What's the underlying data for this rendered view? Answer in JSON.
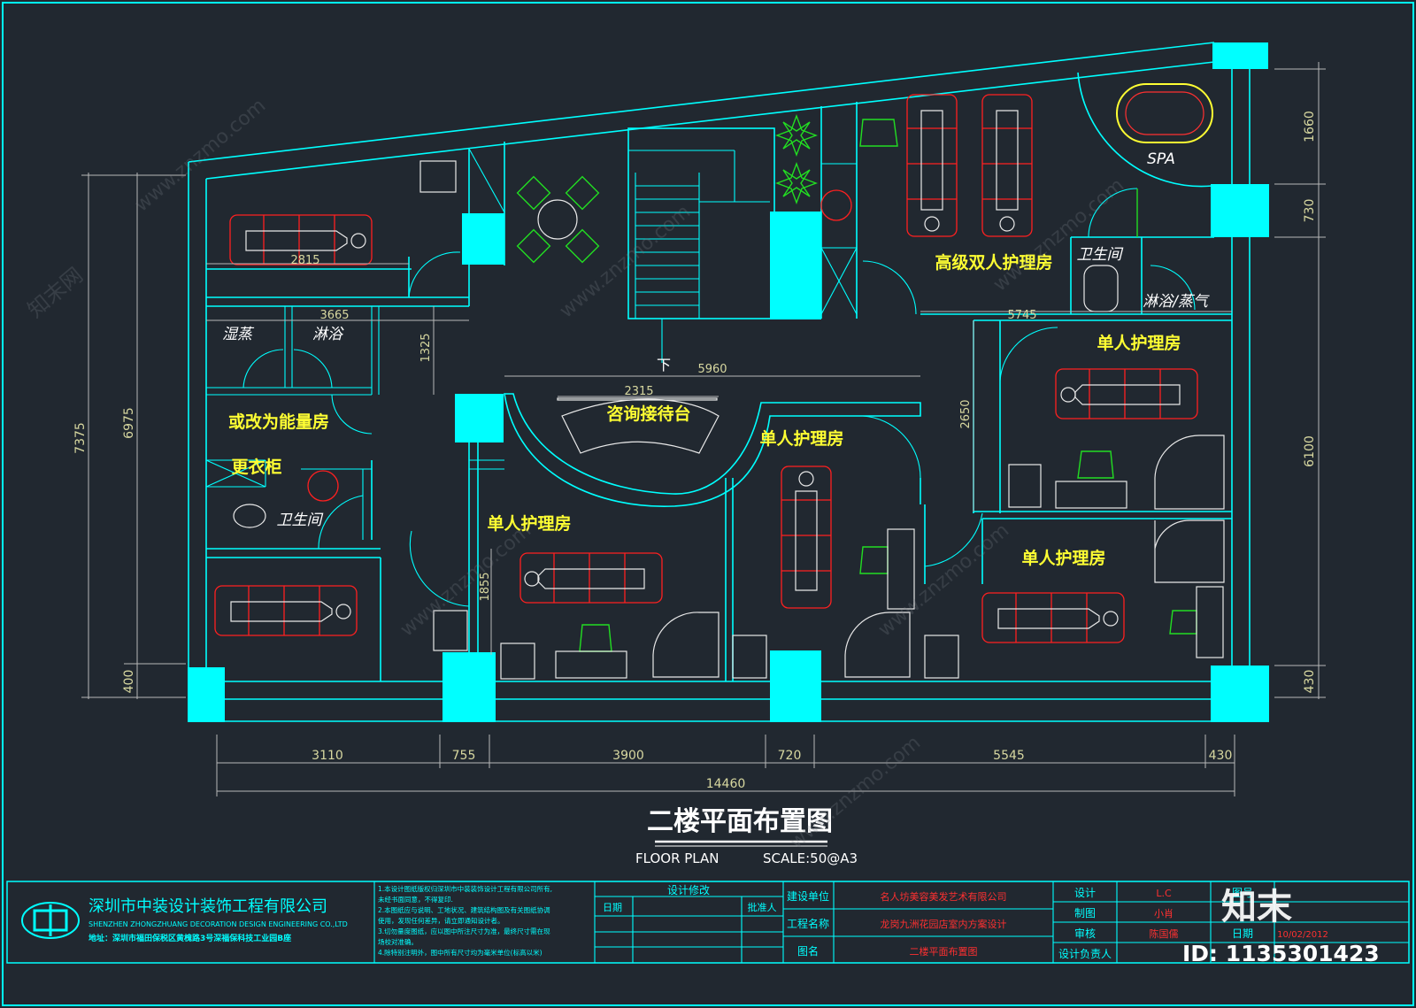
{
  "drawing": {
    "title": "二楼平面布置图",
    "subtitle_left": "FLOOR PLAN",
    "subtitle_right": "SCALE:50@A3",
    "down_label": "下"
  },
  "rooms": {
    "deluxe_double": "高级双人护理房",
    "spa": "SPA",
    "restroom_right": "卫生间",
    "shower_steam": "淋浴/蒸气",
    "single_1": "单人护理房",
    "single_2": "单人护理房",
    "single_3": "单人护理房",
    "single_4": "单人护理房",
    "reception": "咨询接待台",
    "wet_steam": "湿蒸",
    "shower_left": "淋浴",
    "energy_room": "或改为能量房",
    "locker": "更衣柜",
    "restroom_left": "卫生间"
  },
  "dimensions": {
    "d2815": "2815",
    "d3665": "3665",
    "d1325": "1325",
    "d5960": "5960",
    "d2315": "2315",
    "d5745": "5745",
    "d2650": "2650",
    "d1855": "1855",
    "d1660": "1660",
    "d730": "730",
    "d6100": "6100",
    "d430r": "430",
    "d7375": "7375",
    "d6975": "6975",
    "d400": "400",
    "b3110": "3110",
    "b755": "755",
    "b3900": "3900",
    "b720": "720",
    "b5545": "5545",
    "b430": "430",
    "b14460": "14460"
  },
  "titleblock": {
    "company_cn": "深圳市中装设计装饰工程有限公司",
    "company_en": "SHENZHEN ZHONGZHUANG DECORATION DESIGN ENGINEERING CO.,LTD",
    "address": "地址：深圳市福田保税区黄槐路3号深福保科技工业园B座",
    "notes": [
      "1.本设计图纸版权归深圳市中装装饰设计工程有限公司所有,",
      "  未经书面同意，不得复印.",
      "2.本图纸应与说明、工地状况、建筑结构图及有关图纸协调",
      "  使用，发现任何差异，请立即通知设计者。",
      "3.切勿量度图纸，应以图中所注尺寸为准，最终尺寸需在现",
      "  场校对准确。",
      "4.除特别注明外，图中所有尺寸均为毫米单位(标高以米)"
    ],
    "revision_title": "设计修改",
    "date_label": "日期",
    "approve_label": "批准人",
    "client_label": "建设单位",
    "client_value": "名人坊美容美发艺术有限公司",
    "project_label": "工程名称",
    "project_value": "龙岗九洲花园店室内方案设计",
    "drawing_label": "图名",
    "drawing_value": "二楼平面布置图",
    "design_label": "设计",
    "design_value": "L.C",
    "draw_label": "制图",
    "draw_value": "小肖",
    "check_label": "审核",
    "check_value": "陈国儒",
    "lead_label": "设计负责人",
    "drawno_label": "图号",
    "date2_label": "日期",
    "date2_value": "10/02/2012"
  },
  "watermark": {
    "site": "www.znzmo.com",
    "brand": "知末网",
    "logo": "知末",
    "id": "ID: 1135301423"
  }
}
